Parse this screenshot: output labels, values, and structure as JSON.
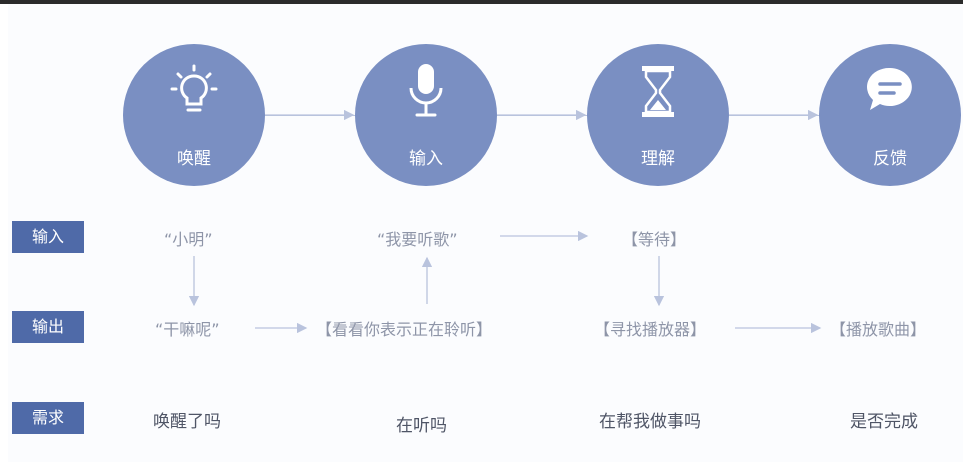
{
  "steps": [
    {
      "label": "唤醒",
      "icon": "lightbulb-icon"
    },
    {
      "label": "输入",
      "icon": "microphone-icon"
    },
    {
      "label": "理解",
      "icon": "hourglass-icon"
    },
    {
      "label": "反馈",
      "icon": "chat-bubble-icon"
    }
  ],
  "rows": {
    "input_label": "输入",
    "output_label": "输出",
    "need_label": "需求"
  },
  "input_row": [
    "“小明”",
    "“我要听歌”",
    "【等待】"
  ],
  "output_row": [
    "“干嘛呢”",
    "【看看你表示正在聆听】",
    "【寻找播放器】",
    "【播放歌曲】"
  ],
  "need_row": [
    "唤醒了吗",
    "在听吗",
    "在帮我做事吗",
    "是否完成"
  ],
  "colors": {
    "circle": "#7a8fc2",
    "tag": "#4f6aa8",
    "arrow": "#b9c3dd"
  }
}
